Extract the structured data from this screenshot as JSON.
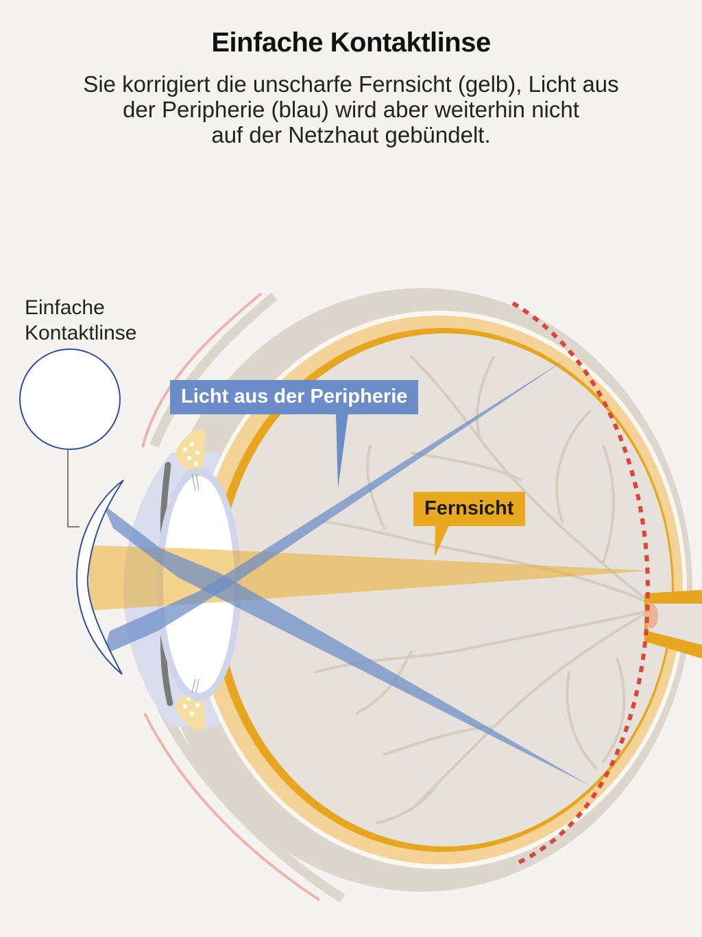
{
  "header": {
    "title": "Einfache Kontaktlinse",
    "subtitle_lines": [
      "Sie korrigiert die unscharfe Fernsicht (gelb), Licht aus",
      "der Peripherie (blau) wird aber weiterhin nicht",
      "auf der Netzhaut gebündelt."
    ]
  },
  "labels": {
    "contact_lens_lines": [
      "Einfache",
      "Kontaktlinse"
    ],
    "periphery": "Licht aus der Peripherie",
    "distance_vision": "Fernsicht"
  },
  "colors": {
    "background": "#f4f3ef",
    "periphery_light": "#6b8cc6",
    "distance_light": "#e9a820",
    "focal_marker": "#d9473a",
    "lens_outline": "#2c4f9e"
  }
}
